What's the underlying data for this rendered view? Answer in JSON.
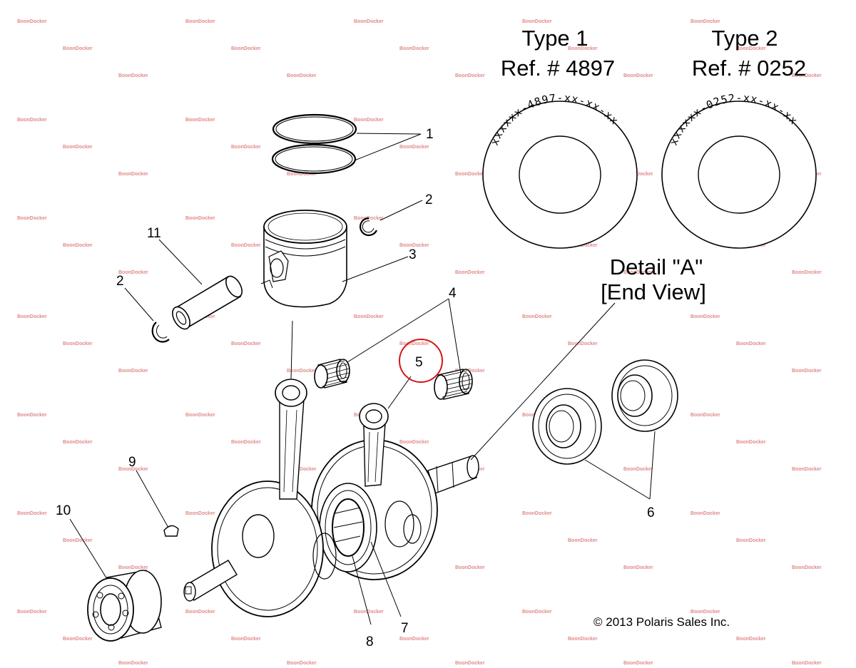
{
  "watermark": "BoonDocker",
  "type1": {
    "title": "Type 1",
    "ref": "Ref. # 4897",
    "stamp": "xxxxxx-4897-xx-xx-xx"
  },
  "type2": {
    "title": "Type 2",
    "ref": "Ref. # 0252",
    "stamp": "xxxxxx-0252-xx-xx-xx"
  },
  "detail": {
    "line1": "Detail \"A\"",
    "line2": "[End View]"
  },
  "callouts": {
    "c1": "1",
    "c2a": "2",
    "c2b": "2",
    "c3": "3",
    "c4": "4",
    "c5": "5",
    "c6": "6",
    "c7": "7",
    "c8": "8",
    "c9": "9",
    "c10": "10",
    "c11": "11"
  },
  "highlight_color": "#d01818",
  "copyright": "© 2013 Polaris Sales Inc."
}
